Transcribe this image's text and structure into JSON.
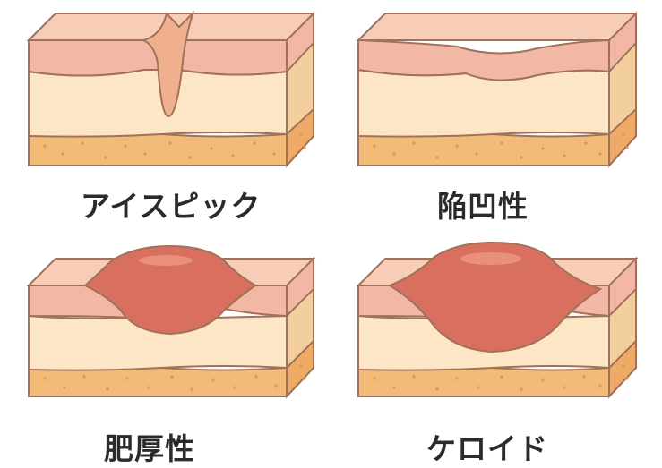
{
  "panels": [
    {
      "id": "icepick",
      "label": "アイスピック"
    },
    {
      "id": "atrophic",
      "label": "陥凹性"
    },
    {
      "id": "hypertrophic",
      "label": "肥厚性"
    },
    {
      "id": "keloid",
      "label": "ケロイド"
    }
  ],
  "colors": {
    "outline": "#a0725a",
    "epidermis_top": "#f8cdb8",
    "epidermis_front": "#f3b8a5",
    "dermis_front": "#fce6c6",
    "dermis_side": "#f3cf9e",
    "fat": "#f2bb78",
    "fat_dot": "#d99a50",
    "scar": "#d9705f",
    "icepick": "#f0b08e"
  }
}
